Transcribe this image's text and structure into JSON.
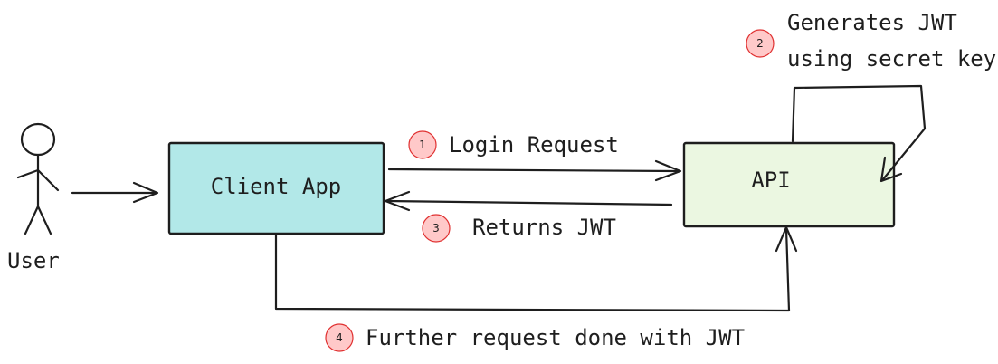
{
  "actor": {
    "label": "User"
  },
  "nodes": {
    "client": {
      "label": "Client App",
      "fill": "#b2e8e8"
    },
    "api": {
      "label": "API",
      "fill": "#ebf7e1"
    }
  },
  "steps": [
    {
      "number": "1",
      "label": "Login Request"
    },
    {
      "number": "2",
      "label_line1": "Generates JWT",
      "label_line2": "using secret key"
    },
    {
      "number": "3",
      "label": "Returns JWT"
    },
    {
      "number": "4",
      "label": "Further request done with JWT"
    }
  ],
  "colors": {
    "stroke": "#1e1e1e",
    "badge_fill": "#ffc9c9",
    "badge_stroke": "#e03131"
  }
}
